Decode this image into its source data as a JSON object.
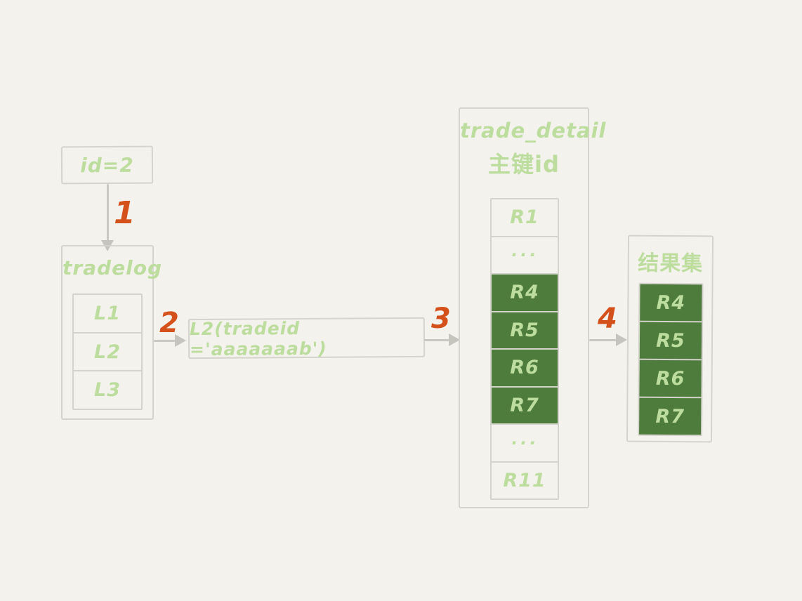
{
  "colors": {
    "background": "#f4f2ec",
    "box_border_gray": "#d4d3cc",
    "arrow_gray": "#c5c4bd",
    "text_light_green": "#bcdd9e",
    "cell_dark_green": "#4e7c3c",
    "step_orange": "#d4511c"
  },
  "id_box": {
    "label": "id=2"
  },
  "steps": {
    "s1": "1",
    "s2": "2",
    "s3": "3",
    "s4": "4"
  },
  "tradelog": {
    "title": "tradelog",
    "rows": [
      "L1",
      "L2",
      "L3"
    ]
  },
  "query_box": {
    "label": "L2(tradeid ='aaaaaaab')"
  },
  "trade_detail": {
    "title": "trade_detail",
    "subtitle": "主键id",
    "rows": [
      {
        "label": "R1",
        "highlight": false
      },
      {
        "label": "···",
        "highlight": false
      },
      {
        "label": "R4",
        "highlight": true
      },
      {
        "label": "R5",
        "highlight": true
      },
      {
        "label": "R6",
        "highlight": true
      },
      {
        "label": "R7",
        "highlight": true
      },
      {
        "label": "···",
        "highlight": false
      },
      {
        "label": "R11",
        "highlight": false
      }
    ]
  },
  "result_set": {
    "title": "结果集",
    "rows": [
      "R4",
      "R5",
      "R6",
      "R7"
    ]
  }
}
